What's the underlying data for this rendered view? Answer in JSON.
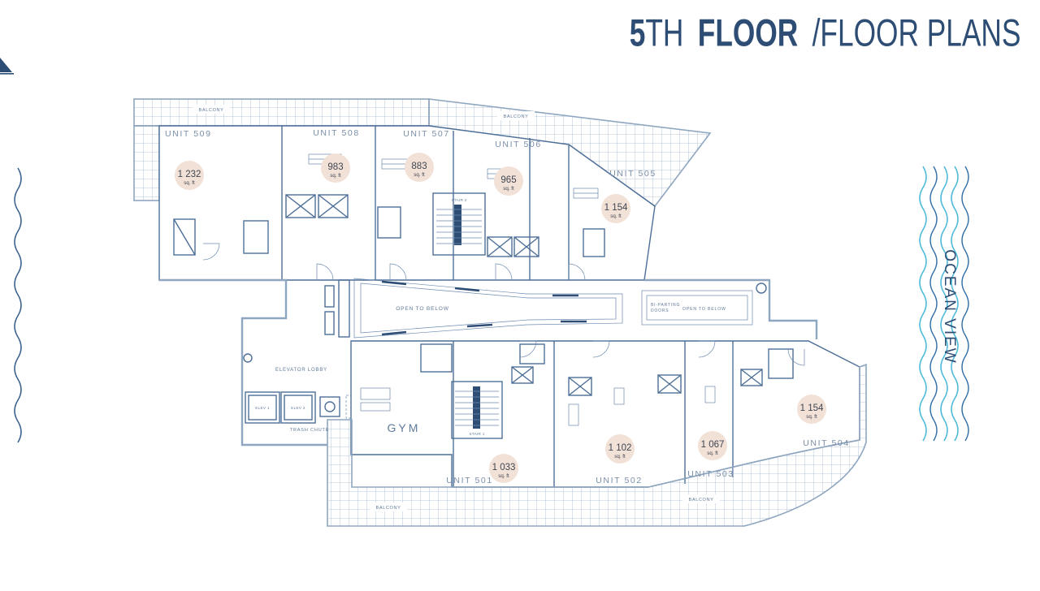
{
  "header": {
    "num": "5",
    "suffix": "TH",
    "word": "FLOOR",
    "rest": "/FLOOR PLANS"
  },
  "ocean": {
    "label": "OCEAN VIEW"
  },
  "plan": {
    "balconies": {
      "top_left": "BALCONY",
      "top_right": "BALCONY",
      "bottom_center": "BALCONY",
      "bottom_right": "BALCONY"
    },
    "core": {
      "open_to_below_main": "OPEN TO BELOW",
      "open_to_below_small": "OPEN TO BELOW",
      "bi_parting_line1": "BI-PARTING",
      "bi_parting_line2": "DOORS",
      "elevator_lobby": "ELEVATOR LOBBY",
      "elev_1": "ELEV 1",
      "elev_2": "ELEV 2",
      "trash_chute": "TRASH CHUTE",
      "gym": "GYM",
      "stair_1": "STAIR 1",
      "stair_2": "STAIR 2"
    },
    "units": [
      {
        "name": "UNIT 509",
        "area": "1 232",
        "unit": "sq. ft"
      },
      {
        "name": "UNIT 508",
        "area": "983",
        "unit": "sq. ft"
      },
      {
        "name": "UNIT 507",
        "area": "883",
        "unit": "sq. ft"
      },
      {
        "name": "UNIT 506",
        "area": "965",
        "unit": "sq. ft"
      },
      {
        "name": "UNIT 505",
        "area": "1 154",
        "unit": "sq. ft"
      },
      {
        "name": "UNIT 501",
        "area": "1 033",
        "unit": "sq. ft"
      },
      {
        "name": "UNIT 502",
        "area": "1 102",
        "unit": "sq. ft"
      },
      {
        "name": "UNIT 503",
        "area": "1 067",
        "unit": "sq. ft"
      },
      {
        "name": "UNIT 504",
        "area": "1 154",
        "unit": "sq. ft"
      }
    ]
  },
  "colors": {
    "accent_navy": "#2e4d74",
    "wall_blue": "#4d6f97",
    "perimeter_gray_blue": "#8fa6c0",
    "circle_fill": "#f2e1d6",
    "wave_cyan": "#4fbada",
    "wave_blue": "#2f6ea6"
  }
}
